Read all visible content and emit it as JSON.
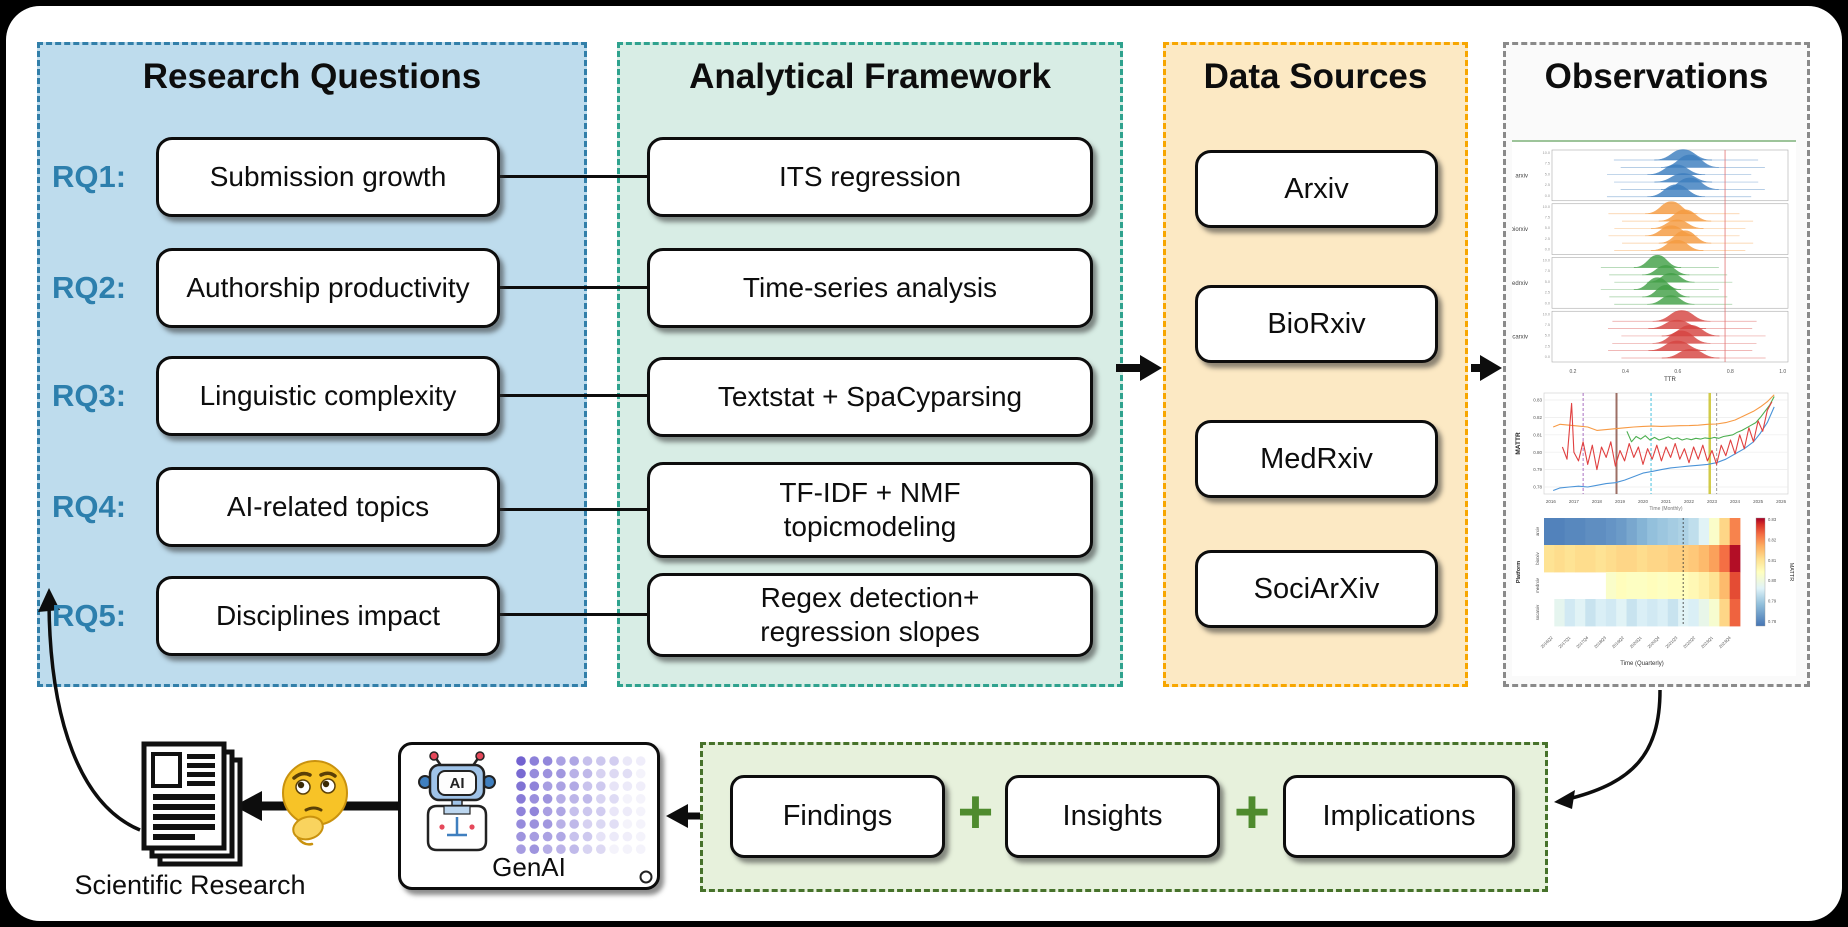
{
  "rq": {
    "title": "Research Questions",
    "items": [
      {
        "label": "RQ1:",
        "text": "Submission growth"
      },
      {
        "label": "RQ2:",
        "text": "Authorship productivity"
      },
      {
        "label": "RQ3:",
        "text": "Linguistic complexity"
      },
      {
        "label": "RQ4:",
        "text": "AI-related topics"
      },
      {
        "label": "RQ5:",
        "text": "Disciplines impact"
      }
    ]
  },
  "af": {
    "title": "Analytical Framework",
    "items": [
      {
        "text": "ITS regression"
      },
      {
        "text": "Time-series analysis"
      },
      {
        "text": "Textstat + SpaCyparsing"
      },
      {
        "text": "TF-IDF + NMF\ntopicmodeling"
      },
      {
        "text": "Regex detection+\nregression slopes"
      }
    ]
  },
  "ds": {
    "title": "Data Sources",
    "items": [
      {
        "text": "Arxiv"
      },
      {
        "text": "BioRxiv"
      },
      {
        "text": "MedRxiv"
      },
      {
        "text": "SociArXiv"
      }
    ]
  },
  "obs": {
    "title": "Observations"
  },
  "bottom": {
    "synthesis": {
      "items": [
        "Findings",
        "Insights",
        "Implications"
      ],
      "separator": "+"
    },
    "genai": {
      "label": "GenAI",
      "screen_text": "AI"
    },
    "scientific_research_label": "Scientific Research"
  },
  "palette": {
    "rq_fill": "#bedced",
    "rq_border": "#327fa9",
    "af_fill": "#d8ede5",
    "af_border": "#2fa28e",
    "ds_fill": "#fce9c4",
    "ds_border": "#f7a600",
    "obs_border": "#8a8a8a",
    "synth_fill": "#e7f1dc",
    "synth_border": "#47722b",
    "plus_green": "#4f8b2e",
    "rq_label_blue": "#2d7fad"
  },
  "chart_data": [
    {
      "type": "area",
      "subtype": "ridgeline",
      "xlabel": "TTR",
      "xlim": [
        0.12,
        1.02
      ],
      "xticks": [
        0.2,
        0.4,
        0.6,
        0.8,
        1.0
      ],
      "yticks": [
        "10.0",
        "7.5",
        "5.0",
        "2.5",
        "0.0"
      ],
      "ref_line": 0.78,
      "groups": [
        {
          "name": "arxiv",
          "color": "#3d7ebf",
          "center": 0.62,
          "spread": 0.11
        },
        {
          "name": "biorxiv",
          "color": "#f59b40",
          "center": 0.6,
          "spread": 0.1
        },
        {
          "name": "medrxiv",
          "color": "#43a047",
          "center": 0.55,
          "spread": 0.09
        },
        {
          "name": "socarxiv",
          "color": "#d64541",
          "center": 0.62,
          "spread": 0.11
        }
      ]
    },
    {
      "type": "line",
      "ylabel": "MATTR",
      "xlabel": "Time (Monthly)",
      "ylim": [
        0.776,
        0.834
      ],
      "yticks": [
        0.78,
        0.79,
        0.8,
        0.81,
        0.82,
        0.83
      ],
      "xlim": [
        2015.7,
        2026.3
      ],
      "xticks": [
        2016,
        2017,
        2018,
        2019,
        2020,
        2021,
        2022,
        2023,
        2024,
        2025,
        2026
      ],
      "grid": true,
      "event_lines": [
        {
          "x": 2017.4,
          "color": "#9b59b6",
          "dash": true,
          "width": 1
        },
        {
          "x": 2018.85,
          "color": "#8c564b",
          "dash": false,
          "width": 2
        },
        {
          "x": 2020.35,
          "color": "#29b6d8",
          "dash": true,
          "width": 1
        },
        {
          "x": 2022.9,
          "color": "#c9c32a",
          "dash": false,
          "width": 2.5
        },
        {
          "x": 2023.2,
          "color": "#8a8a8a",
          "dash": true,
          "width": 1
        }
      ],
      "series": [
        {
          "name": "arxiv",
          "color": "#4b94d8",
          "points": [
            [
              2016.1,
              0.778
            ],
            [
              2016.4,
              0.7795
            ],
            [
              2016.8,
              0.78
            ],
            [
              2017.2,
              0.7805
            ],
            [
              2017.6,
              0.78
            ],
            [
              2018.0,
              0.781
            ],
            [
              2018.4,
              0.782
            ],
            [
              2018.8,
              0.7825
            ],
            [
              2019.2,
              0.784
            ],
            [
              2019.6,
              0.786
            ],
            [
              2020.0,
              0.788
            ],
            [
              2020.4,
              0.789
            ],
            [
              2020.8,
              0.79
            ],
            [
              2021.2,
              0.791
            ],
            [
              2021.6,
              0.7915
            ],
            [
              2022.0,
              0.792
            ],
            [
              2022.4,
              0.7925
            ],
            [
              2022.8,
              0.793
            ],
            [
              2023.2,
              0.794
            ],
            [
              2023.6,
              0.796
            ],
            [
              2024.0,
              0.799
            ],
            [
              2024.4,
              0.802
            ],
            [
              2024.8,
              0.806
            ],
            [
              2025.1,
              0.811
            ],
            [
              2025.4,
              0.817
            ],
            [
              2025.7,
              0.826
            ]
          ]
        },
        {
          "name": "biorxiv",
          "color": "#f79a44",
          "points": [
            [
              2016.1,
              0.8145
            ],
            [
              2016.4,
              0.816
            ],
            [
              2016.8,
              0.8155
            ],
            [
              2017.2,
              0.815
            ],
            [
              2017.6,
              0.8145
            ],
            [
              2018.0,
              0.8125
            ],
            [
              2018.4,
              0.813
            ],
            [
              2018.8,
              0.8135
            ],
            [
              2019.2,
              0.814
            ],
            [
              2019.6,
              0.8145
            ],
            [
              2020.0,
              0.8148
            ],
            [
              2020.4,
              0.815
            ],
            [
              2020.8,
              0.8148
            ],
            [
              2021.2,
              0.815
            ],
            [
              2021.6,
              0.8152
            ],
            [
              2022.0,
              0.8153
            ],
            [
              2022.4,
              0.8155
            ],
            [
              2022.8,
              0.816
            ],
            [
              2023.2,
              0.8162
            ],
            [
              2023.6,
              0.817
            ],
            [
              2024.0,
              0.8185
            ],
            [
              2024.4,
              0.821
            ],
            [
              2024.8,
              0.8235
            ],
            [
              2025.1,
              0.826
            ],
            [
              2025.4,
              0.829
            ],
            [
              2025.7,
              0.833
            ]
          ]
        },
        {
          "name": "medrxiv",
          "color": "#4caf50",
          "points": [
            [
              2019.3,
              0.812
            ],
            [
              2019.5,
              0.806
            ],
            [
              2019.7,
              0.809
            ],
            [
              2019.9,
              0.8075
            ],
            [
              2020.1,
              0.8095
            ],
            [
              2020.3,
              0.807
            ],
            [
              2020.5,
              0.8085
            ],
            [
              2020.7,
              0.807
            ],
            [
              2020.9,
              0.8078
            ],
            [
              2021.1,
              0.8088
            ],
            [
              2021.3,
              0.8075
            ],
            [
              2021.5,
              0.8082
            ],
            [
              2021.7,
              0.807
            ],
            [
              2021.9,
              0.8078
            ],
            [
              2022.1,
              0.8072
            ],
            [
              2022.3,
              0.808
            ],
            [
              2022.5,
              0.8075
            ],
            [
              2022.7,
              0.8082
            ],
            [
              2022.9,
              0.8078
            ],
            [
              2023.1,
              0.8085
            ],
            [
              2023.3,
              0.808
            ],
            [
              2023.5,
              0.809
            ],
            [
              2023.7,
              0.8095
            ],
            [
              2023.9,
              0.81
            ],
            [
              2024.1,
              0.8115
            ],
            [
              2024.3,
              0.8125
            ],
            [
              2024.5,
              0.814
            ],
            [
              2024.7,
              0.8155
            ],
            [
              2024.9,
              0.817
            ],
            [
              2025.1,
              0.82
            ],
            [
              2025.3,
              0.8235
            ],
            [
              2025.5,
              0.827
            ],
            [
              2025.7,
              0.832
            ]
          ]
        },
        {
          "name": "socarxiv",
          "color": "#e04040",
          "points": [
            [
              2016.5,
              0.803
            ],
            [
              2016.7,
              0.796
            ],
            [
              2016.9,
              0.828
            ],
            [
              2017.0,
              0.8
            ],
            [
              2017.2,
              0.795
            ],
            [
              2017.4,
              0.806
            ],
            [
              2017.6,
              0.793
            ],
            [
              2017.8,
              0.804
            ],
            [
              2018.0,
              0.79
            ],
            [
              2018.2,
              0.803
            ],
            [
              2018.4,
              0.797
            ],
            [
              2018.6,
              0.806
            ],
            [
              2018.8,
              0.792
            ],
            [
              2019.0,
              0.801
            ],
            [
              2019.2,
              0.795
            ],
            [
              2019.4,
              0.805
            ],
            [
              2019.6,
              0.797
            ],
            [
              2019.8,
              0.803
            ],
            [
              2020.0,
              0.793
            ],
            [
              2020.2,
              0.802
            ],
            [
              2020.4,
              0.796
            ],
            [
              2020.6,
              0.804
            ],
            [
              2020.8,
              0.795
            ],
            [
              2021.0,
              0.803
            ],
            [
              2021.2,
              0.797
            ],
            [
              2021.4,
              0.805
            ],
            [
              2021.6,
              0.796
            ],
            [
              2021.8,
              0.802
            ],
            [
              2022.0,
              0.794
            ],
            [
              2022.2,
              0.803
            ],
            [
              2022.4,
              0.796
            ],
            [
              2022.6,
              0.804
            ],
            [
              2022.8,
              0.795
            ],
            [
              2023.0,
              0.801
            ],
            [
              2023.2,
              0.793
            ],
            [
              2023.4,
              0.804
            ],
            [
              2023.6,
              0.798
            ],
            [
              2023.8,
              0.807
            ],
            [
              2024.0,
              0.799
            ],
            [
              2024.2,
              0.81
            ],
            [
              2024.4,
              0.802
            ],
            [
              2024.6,
              0.814
            ],
            [
              2024.8,
              0.806
            ],
            [
              2025.0,
              0.818
            ],
            [
              2025.2,
              0.812
            ],
            [
              2025.4,
              0.824
            ],
            [
              2025.6,
              0.829
            ]
          ]
        }
      ]
    },
    {
      "type": "heatmap",
      "ylabel": "Platform",
      "xlabel": "Time (Quarterly)",
      "colorbar_label": "MATTR",
      "vmin": 0.778,
      "vmax": 0.837,
      "colorbar_ticks": [
        "0.83",
        "0.82",
        "0.81",
        "0.80",
        "0.79",
        "0.78"
      ],
      "ref_frac": 0.71,
      "xtick_labels": [
        "2016Q2",
        "2017Q1",
        "2017Q4",
        "2018Q3",
        "2019Q2",
        "2020Q1",
        "2020Q4",
        "2021Q3",
        "2022Q2",
        "2023Q1",
        "2023Q4"
      ],
      "rows": [
        {
          "name": "arxiv",
          "values": [
            0.78,
            0.78,
            0.781,
            0.781,
            0.782,
            0.782,
            0.783,
            0.784,
            0.786,
            0.788,
            0.79,
            0.791,
            0.792,
            0.793,
            0.795,
            0.799,
            0.806,
            0.816,
            0.826
          ]
        },
        {
          "name": "biorxiv",
          "values": [
            0.814,
            0.815,
            0.814,
            0.815,
            0.815,
            0.814,
            0.815,
            0.816,
            0.816,
            0.815,
            0.816,
            0.816,
            0.817,
            0.817,
            0.818,
            0.82,
            0.823,
            0.828,
            0.836
          ]
        },
        {
          "name": "medrxiv",
          "values": [
            null,
            null,
            null,
            null,
            null,
            null,
            0.806,
            0.808,
            0.807,
            0.807,
            0.808,
            0.807,
            0.808,
            0.808,
            0.809,
            0.811,
            0.814,
            0.82,
            0.831
          ]
        },
        {
          "name": "socarxiv",
          "values": [
            null,
            0.8,
            0.797,
            0.799,
            0.796,
            0.798,
            0.797,
            0.799,
            0.796,
            0.798,
            0.797,
            0.798,
            0.796,
            0.799,
            0.798,
            0.801,
            0.805,
            0.816,
            0.829
          ]
        }
      ]
    }
  ]
}
